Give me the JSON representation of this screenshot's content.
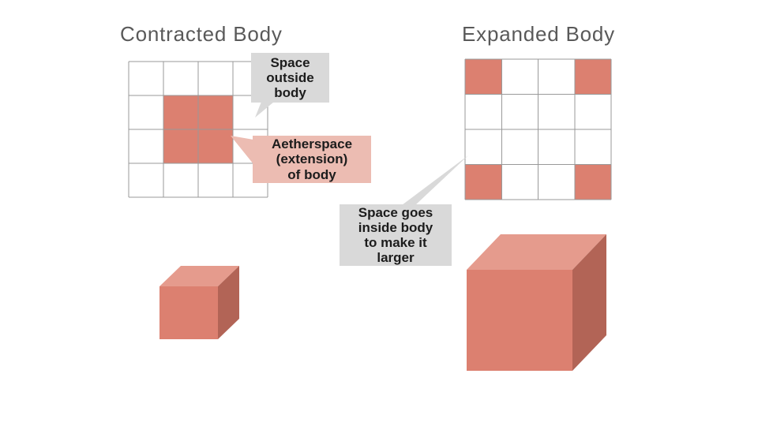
{
  "titles": {
    "contracted": "Contracted Body",
    "expanded": "Expanded Body"
  },
  "callouts": {
    "space_outside": {
      "text": "Space\noutside\nbody",
      "bg": "#D9D9D9"
    },
    "aetherspace": {
      "text": "Aetherspace\n(extension)\nof body",
      "bg": "#ECBCB2"
    },
    "space_inside": {
      "text": "Space goes\ninside body\nto make it\nlarger",
      "bg": "#D9D9D9"
    }
  },
  "colors": {
    "background": "#FFFFFF",
    "fill": "#DC8070",
    "grid_line": "#999999",
    "cube_front": "#DC8070",
    "cube_top": "#E59B8D",
    "cube_side": "#B26456",
    "title_text": "#595959",
    "callout_text": "#1C1C1C",
    "callout_gray": "#D9D9D9",
    "callout_pink": "#ECBCB2"
  },
  "grids": {
    "contracted": {
      "rows": 4,
      "cols": 4,
      "filled_cells": [
        [
          1,
          1
        ],
        [
          1,
          2
        ],
        [
          2,
          1
        ],
        [
          2,
          2
        ]
      ]
    },
    "expanded": {
      "rows": 4,
      "cols": 4,
      "filled_cells": [
        [
          0,
          0
        ],
        [
          0,
          3
        ],
        [
          3,
          0
        ],
        [
          3,
          3
        ]
      ]
    }
  }
}
